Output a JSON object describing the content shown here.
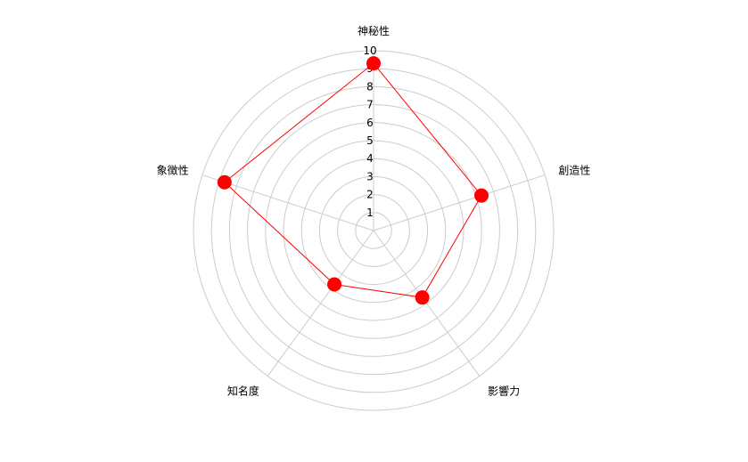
{
  "chart_data": {
    "type": "radar",
    "categories": [
      "神秘性",
      "創造性",
      "影響力",
      "知名度",
      "象徴性"
    ],
    "series": [
      {
        "values": [
          9.3,
          6.3,
          4.6,
          3.7,
          8.7
        ]
      }
    ],
    "rlim": [
      0,
      10
    ],
    "ticks": [
      "1",
      "2",
      "3",
      "4",
      "5",
      "6",
      "7",
      "8",
      "9",
      "10"
    ],
    "grid": true,
    "legend": "none",
    "colors": {
      "series": "#ff0000",
      "grid": "#cccccc"
    }
  }
}
